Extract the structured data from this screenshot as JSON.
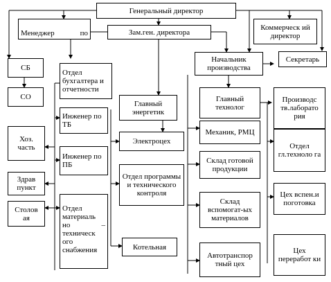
{
  "org_chart": {
    "general_director": "Генеральный директор",
    "hr_manager": "Менеджер по персоналу",
    "deputy_director": "Зам.ген. директора",
    "commercial_director": "Коммерческ ий директор",
    "secretary": "Секретарь",
    "production_head": "Начальник производства",
    "sb": "СБ",
    "so": "СО",
    "accounting": "Отдел бухгалтера и отчетности",
    "chief_power_engineer": "Главный энергетик",
    "chief_technologist": "Главный технолог",
    "lab": "Производс тв.лаборато рия",
    "safety_engineer": "Инженер по ТБ",
    "household": "Хоз. часть",
    "electroshop": "Электроцех",
    "mechanic": "Механик, РМЦ",
    "fire_engineer": "Инженер по ПБ",
    "tech_dept": "Отдел гл.техноло га",
    "finished_goods": "Склад готовой продукции",
    "program_dept": "Отдел программы и технического контроля",
    "health_post": "Здрав пункт",
    "aux_shop": "Цех вспен.и поготовка",
    "canteen": "Столов ая",
    "supply_dept": "Отдел материаль но – техническ ого снабжения",
    "aux_warehouse": "Склад вспомогат-ых материалов",
    "processing_shop": "Цех переработ ки",
    "boiler": "Котельная",
    "transport_shop": "Автотранспор тный цех"
  }
}
